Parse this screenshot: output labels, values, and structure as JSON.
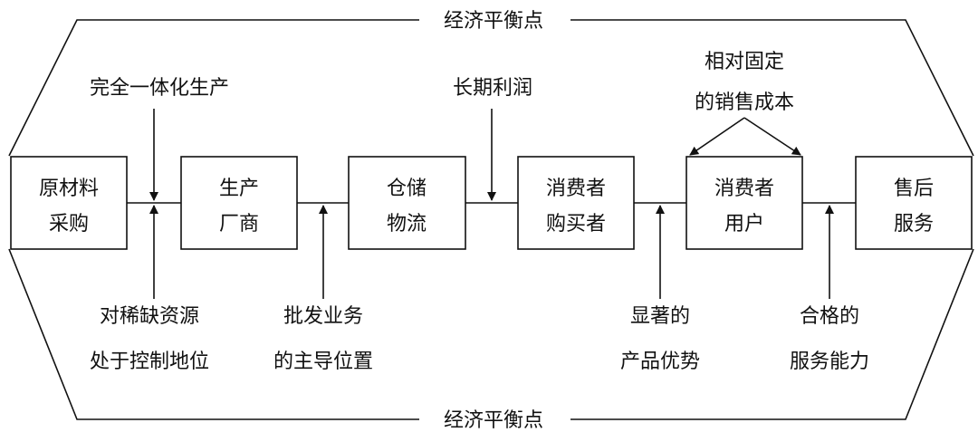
{
  "title_top": "经济平衡点",
  "title_bottom": "经济平衡点",
  "chain": [
    {
      "line1": "原材料",
      "line2": "采购"
    },
    {
      "line1": "生产",
      "line2": "厂商"
    },
    {
      "line1": "仓储",
      "line2": "物流"
    },
    {
      "line1": "消费者",
      "line2": "购买者"
    },
    {
      "line1": "消费者",
      "line2": "用户"
    },
    {
      "line1": "售后",
      "line2": "服务"
    }
  ],
  "upper_labels": {
    "integration": "完全一体化生产",
    "long_profit": "长期利润",
    "fixed_cost_1": "相对固定",
    "fixed_cost_2": "的销售成本"
  },
  "lower_labels": {
    "scarce_1": "对稀缺资源",
    "scarce_2": "处于控制地位",
    "wholesale_1": "批发业务",
    "wholesale_2": "的主导位置",
    "product_1": "显著的",
    "product_2": "产品优势",
    "service_1": "合格的",
    "service_2": "服务能力"
  }
}
